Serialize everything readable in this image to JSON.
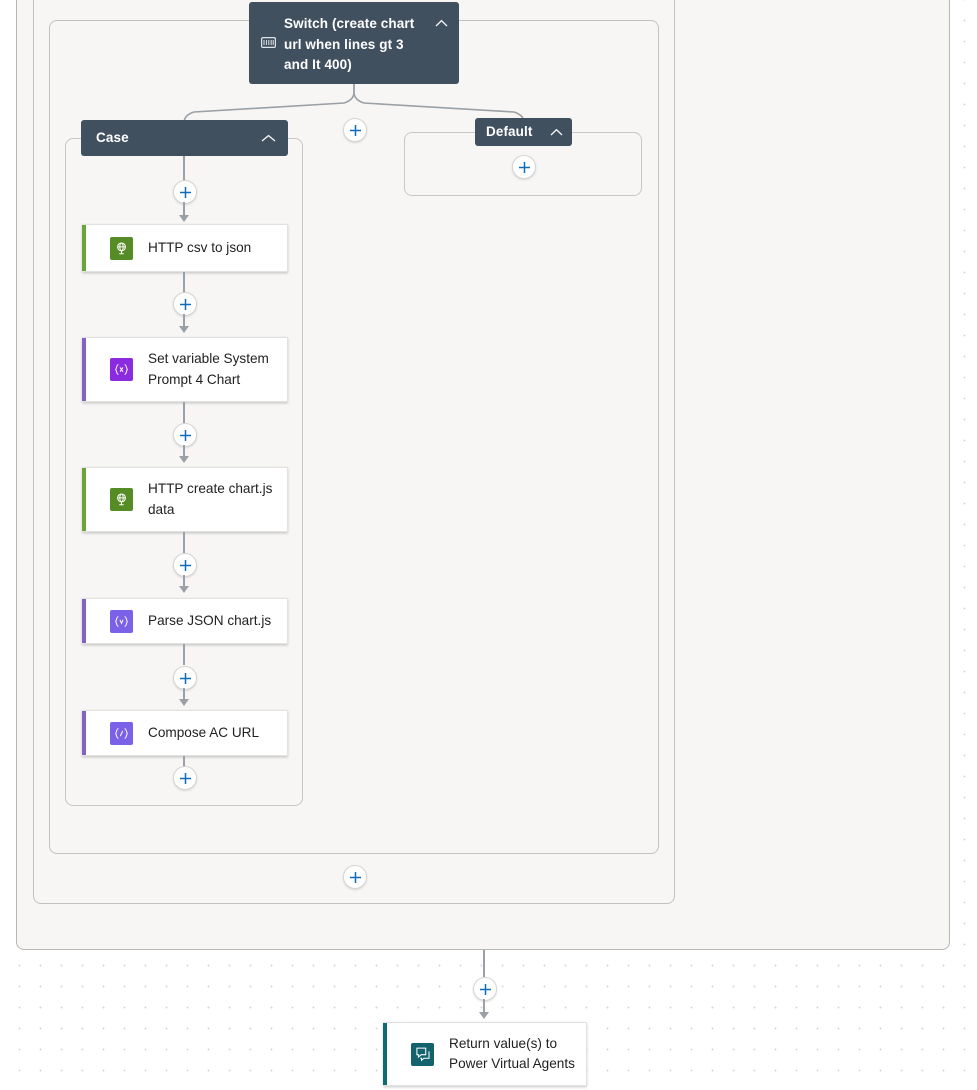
{
  "canvas": {
    "background_color": "#ffffff",
    "scope_fill": "#f7f6f5",
    "connector_color": "#9aa0a6",
    "accent_blue": "#0f6cbd"
  },
  "switch_node": {
    "title": "Switch (create chart url when lines gt 3 and It 400)",
    "icon": "switch-icon",
    "collapse_icon": "chevron-up-icon",
    "header_color": "#41505f"
  },
  "branches": [
    {
      "name": "case",
      "label": "Case",
      "collapse_icon": "chevron-up-icon",
      "actions": [
        {
          "label": "HTTP csv to json",
          "icon": "http-globe-icon",
          "accent": "#6BA539",
          "tile_color": "#568c26"
        },
        {
          "label": "Set variable System Prompt 4 Chart",
          "icon": "set-variable-braces-icon",
          "accent": "#8661C5",
          "tile_color": "#8a2be0"
        },
        {
          "label": "HTTP create chart.js data",
          "icon": "http-globe-icon",
          "accent": "#6BA539",
          "tile_color": "#568c26"
        },
        {
          "label": "Parse JSON chart.js",
          "icon": "parse-json-braces-icon",
          "accent": "#8661C5",
          "tile_color": "#7b61e8"
        },
        {
          "label": "Compose AC URL",
          "icon": "compose-braces-icon",
          "accent": "#8661C5",
          "tile_color": "#7b61e8"
        }
      ]
    },
    {
      "name": "default",
      "label": "Default",
      "collapse_icon": "chevron-up-icon",
      "actions": []
    }
  ],
  "final_action": {
    "label": "Return value(s) to Power Virtual Agents",
    "icon": "power-virtual-agents-chat-icon",
    "accent": "#0F6B72",
    "tile_color": "#13626e"
  },
  "add_buttons": {
    "icon": "plus-icon",
    "tooltip": "Insert a new step",
    "count": 10
  }
}
